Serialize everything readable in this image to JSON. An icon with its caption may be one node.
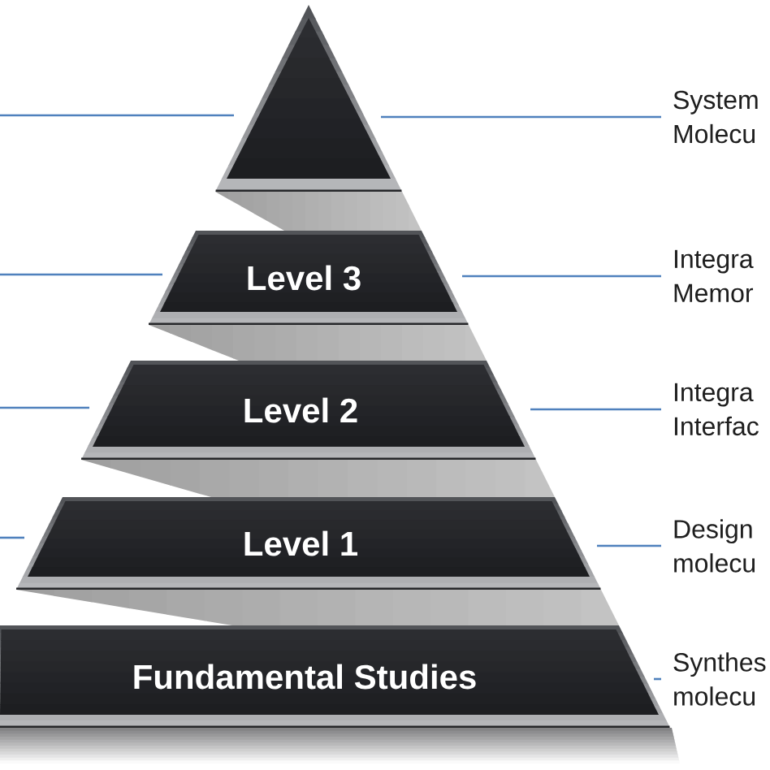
{
  "diagram": {
    "nodes": [
      {
        "text": [],
        "shape": "triangle"
      },
      {
        "text": [
          "Level 3"
        ]
      },
      {
        "text": [
          "Level 2"
        ]
      },
      {
        "text": [
          "Level 1"
        ]
      },
      {
        "text": [
          "Fundamental Studies"
        ]
      },
      {
        "text": [
          "System Molecu"
        ]
      },
      {
        "text": [
          "Integra Memor"
        ]
      },
      {
        "text": [
          "Integra Interfac"
        ]
      },
      {
        "text": [
          "Design molecu"
        ]
      },
      {
        "text": [
          "Synthes molecu"
        ]
      }
    ],
    "edges": [
      {
        "from": 5,
        "to": 0,
        "arrow": "none"
      },
      {
        "from": 6,
        "to": 1,
        "arrow": "none"
      },
      {
        "from": 7,
        "to": 2,
        "arrow": "none"
      },
      {
        "from": 8,
        "to": 3,
        "arrow": "none"
      },
      {
        "from": 9,
        "to": 4,
        "arrow": "none"
      },
      {
        "from": null,
        "to": 0,
        "arrow": "none"
      },
      {
        "from": null,
        "to": 1,
        "arrow": "none"
      },
      {
        "from": null,
        "to": 2,
        "arrow": "none"
      },
      {
        "from": null,
        "to": 3,
        "arrow": "none"
      }
    ]
  }
}
